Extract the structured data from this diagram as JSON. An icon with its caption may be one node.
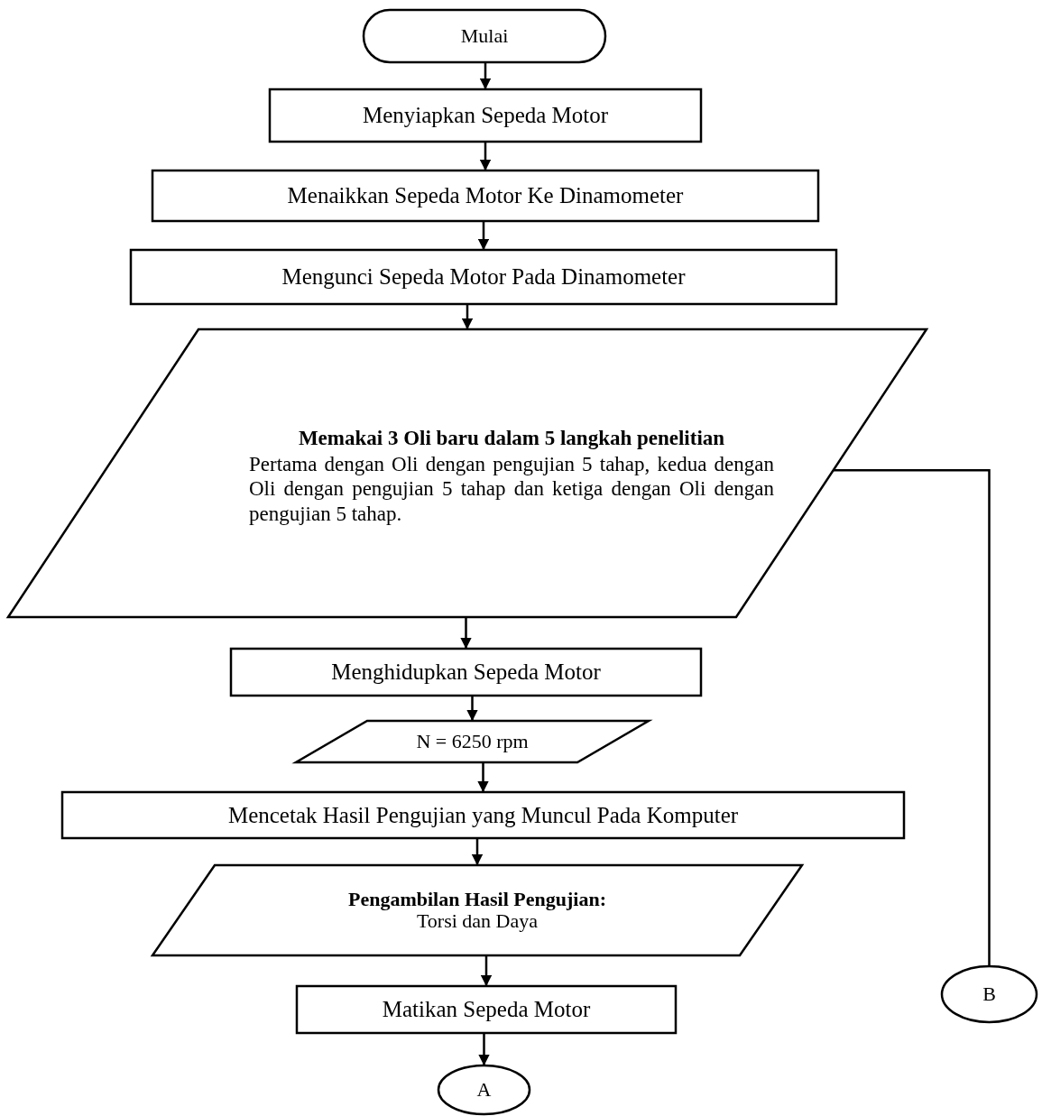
{
  "diagram": {
    "nodes": [
      {
        "text": [
          "Mulai"
        ]
      },
      {
        "text": [
          "Menyiapkan Sepeda Motor"
        ]
      },
      {
        "text": [
          "Menaikkan Sepeda Motor Ke Dinamometer"
        ]
      },
      {
        "text": [
          "Mengunci Sepeda Motor Pada Dinamometer"
        ]
      },
      {
        "text": [
          "Memakai 3 Oli baru dalam 5 langkah penelitian",
          "Pertama dengan Oli dengan pengujian 5 tahap, kedua dengan Oli dengan pengujian 5 tahap dan ketiga dengan Oli dengan pengujian 5 tahap."
        ]
      },
      {
        "text": [
          "Menghidupkan Sepeda Motor"
        ]
      },
      {
        "text": [
          "N = 6250 rpm"
        ]
      },
      {
        "text": [
          "Mencetak Hasil Pengujian yang Muncul Pada Komputer"
        ]
      },
      {
        "text": [
          "Pengambilan Hasil Pengujian:",
          "Torsi dan Daya"
        ]
      },
      {
        "text": [
          "Matikan Sepeda Motor"
        ]
      },
      {
        "text": [
          "A"
        ]
      },
      {
        "text": [
          "B"
        ]
      }
    ],
    "edges": [
      {
        "from": 0,
        "to": 1,
        "arrow": "to"
      },
      {
        "from": 1,
        "to": 2,
        "arrow": "to"
      },
      {
        "from": 2,
        "to": 3,
        "arrow": "to"
      },
      {
        "from": 3,
        "to": 4,
        "arrow": "to"
      },
      {
        "from": 4,
        "to": 5,
        "arrow": "to"
      },
      {
        "from": 5,
        "to": 6,
        "arrow": "to"
      },
      {
        "from": 6,
        "to": 7,
        "arrow": "to"
      },
      {
        "from": 7,
        "to": 8,
        "arrow": "to"
      },
      {
        "from": 8,
        "to": 9,
        "arrow": "to"
      },
      {
        "from": 9,
        "to": 10,
        "arrow": "to"
      },
      {
        "from": 4,
        "to": 11,
        "arrow": "none"
      }
    ]
  }
}
